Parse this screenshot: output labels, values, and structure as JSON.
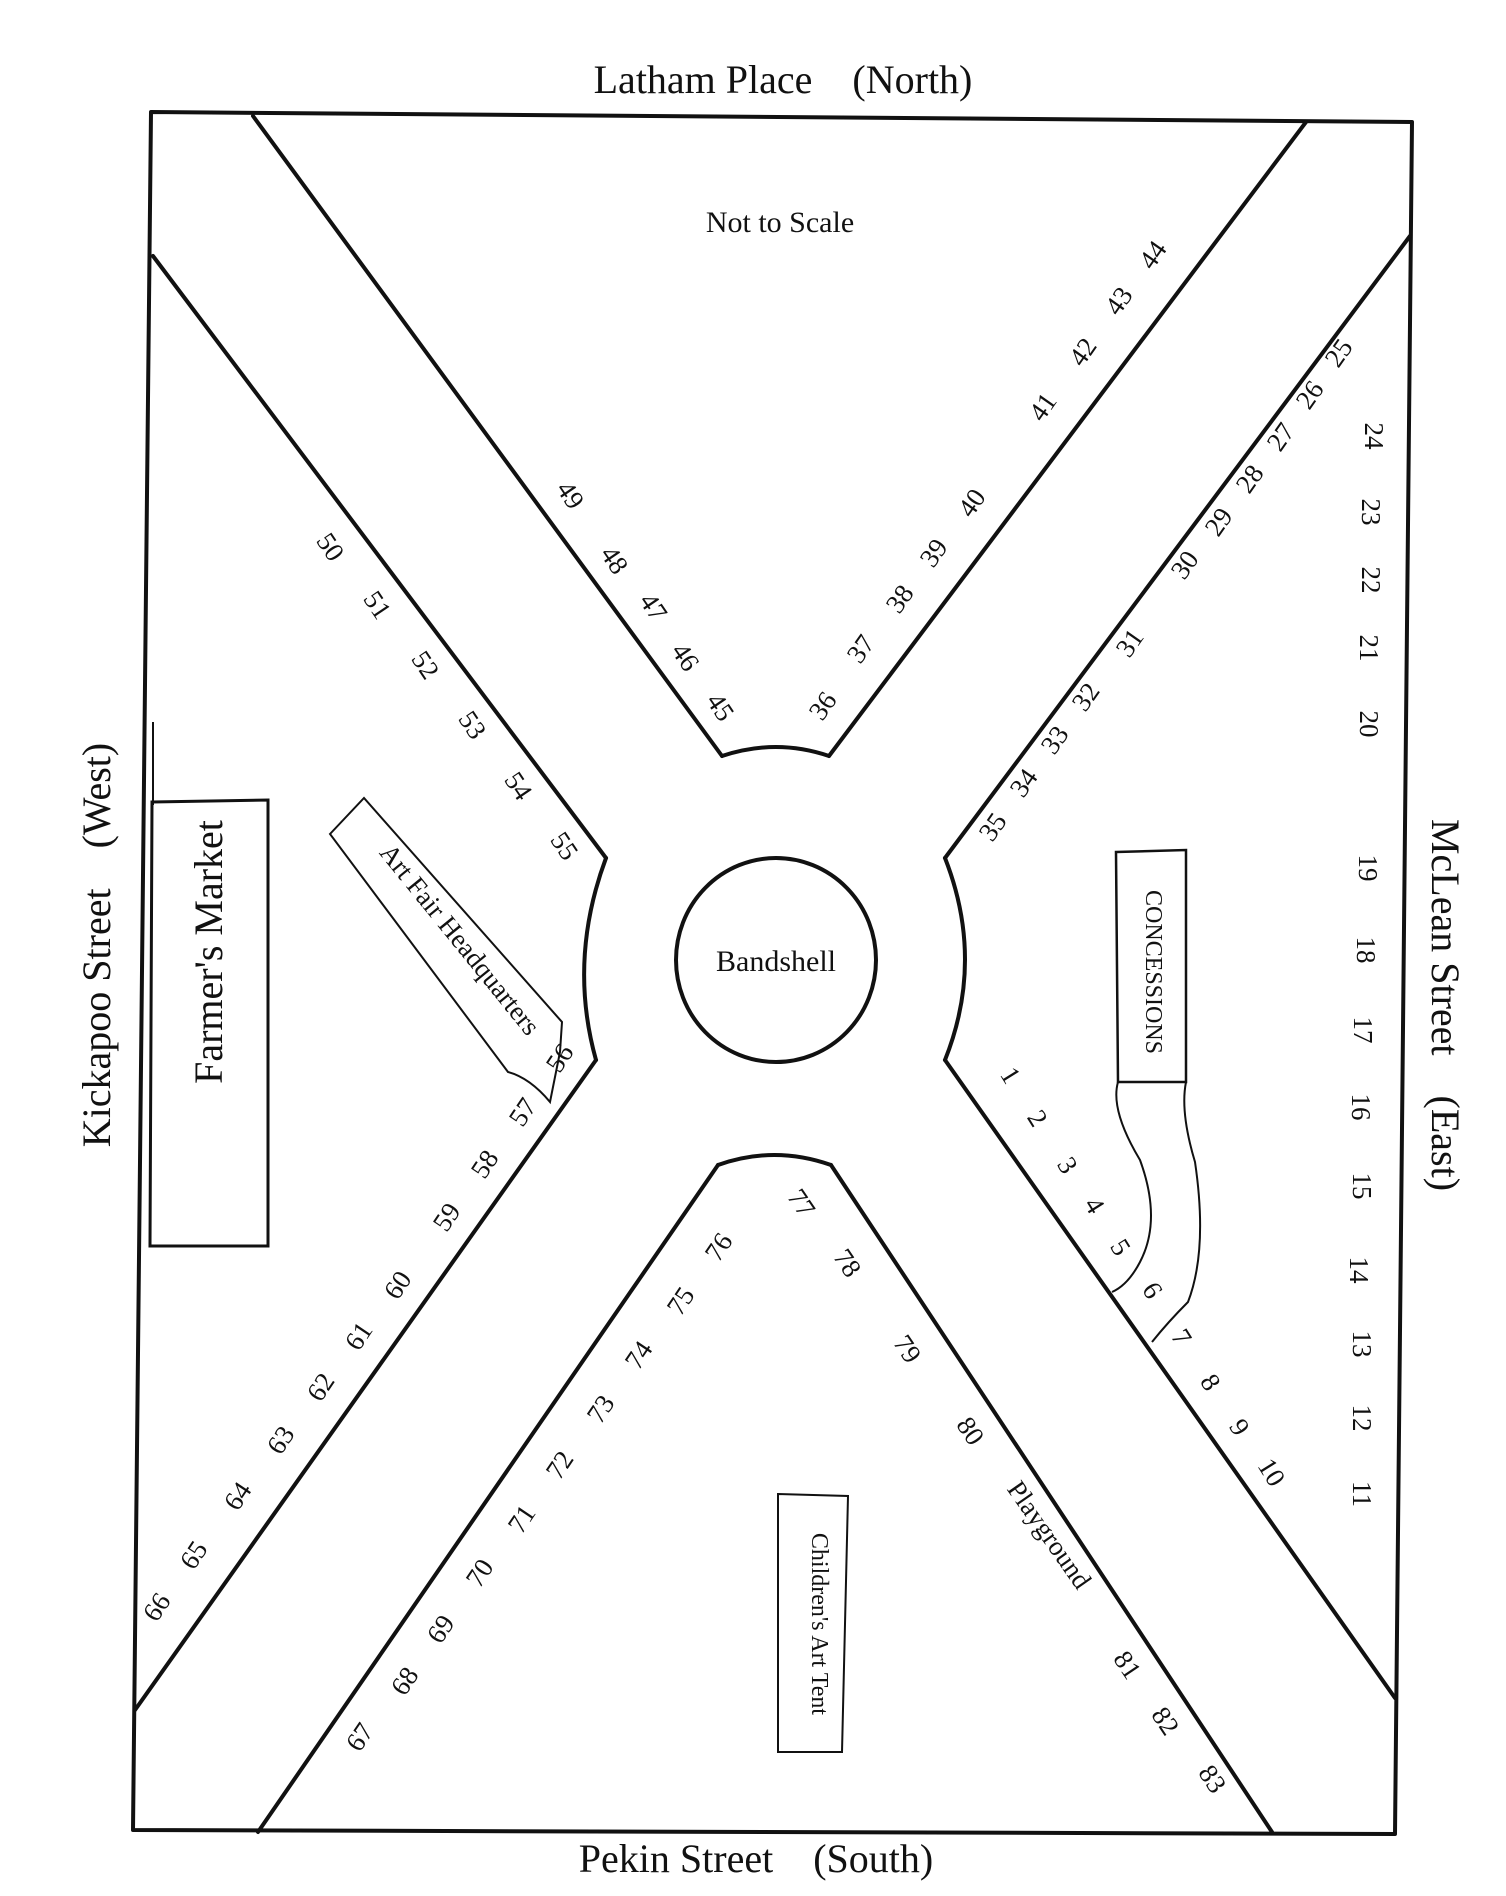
{
  "streets": {
    "north": "Latham Place    (North)",
    "south": "Pekin Street    (South)",
    "west": "Kickapoo Street    (West)",
    "east": "McLean Street    (East)"
  },
  "note": "Not to Scale",
  "features": {
    "bandshell": "Bandshell",
    "farmers_market": "Farmer's Market",
    "art_fair_hq": "Art Fair Headquarters",
    "concessions": "CONCESSIONS",
    "childrens_art_tent": "Children's Art Tent",
    "playground": "Playground"
  },
  "booths": {
    "b1": "1",
    "b2": "2",
    "b3": "3",
    "b4": "4",
    "b5": "5",
    "b6": "6",
    "b7": "7",
    "b8": "8",
    "b9": "9",
    "b10": "10",
    "b11": "11",
    "b12": "12",
    "b13": "13",
    "b14": "14",
    "b15": "15",
    "b16": "16",
    "b17": "17",
    "b18": "18",
    "b19": "19",
    "b20": "20",
    "b21": "21",
    "b22": "22",
    "b23": "23",
    "b24": "24",
    "b25": "25",
    "b26": "26",
    "b27": "27",
    "b28": "28",
    "b29": "29",
    "b30": "30",
    "b31": "31",
    "b32": "32",
    "b33": "33",
    "b34": "34",
    "b35": "35",
    "b36": "36",
    "b37": "37",
    "b38": "38",
    "b39": "39",
    "b40": "40",
    "b41": "41",
    "b42": "42",
    "b43": "43",
    "b44": "44",
    "b45": "45",
    "b46": "46",
    "b47": "47",
    "b48": "48",
    "b49": "49",
    "b50": "50",
    "b51": "51",
    "b52": "52",
    "b53": "53",
    "b54": "54",
    "b55": "55",
    "b56": "56",
    "b57": "57",
    "b58": "58",
    "b59": "59",
    "b60": "60",
    "b61": "61",
    "b62": "62",
    "b63": "63",
    "b64": "64",
    "b65": "65",
    "b66": "66",
    "b67": "67",
    "b68": "68",
    "b69": "69",
    "b70": "70",
    "b71": "71",
    "b72": "72",
    "b73": "73",
    "b74": "74",
    "b75": "75",
    "b76": "76",
    "b77": "77",
    "b78": "78",
    "b79": "79",
    "b80": "80",
    "b81": "81",
    "b82": "82",
    "b83": "83"
  }
}
